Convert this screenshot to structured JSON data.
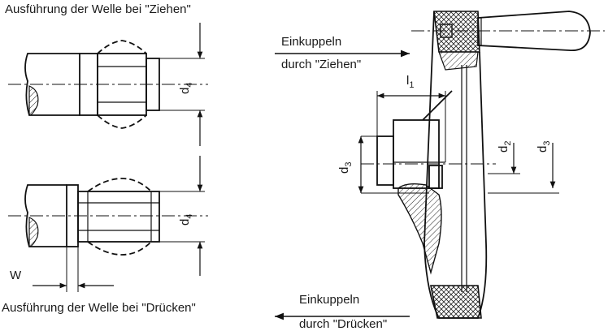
{
  "captions": {
    "pull_shaft": "Ausführung der Welle bei \"Ziehen\"",
    "push_shaft": "Ausführung der Welle bei \"Drücken\""
  },
  "engage_pull": {
    "line1": "Einkuppeln",
    "line2": "durch \"Ziehen\""
  },
  "engage_push": {
    "line1": "Einkuppeln",
    "line2": "durch \"Drücken\""
  },
  "dimensions": {
    "d4_top": {
      "base": "d",
      "sub": "4"
    },
    "d4_bottom": {
      "base": "d",
      "sub": "4"
    },
    "d3_left": {
      "base": "d",
      "sub": "3"
    },
    "d2": {
      "base": "d",
      "sub": "2"
    },
    "d3_right": {
      "base": "d",
      "sub": "3"
    },
    "l1": {
      "base": "l",
      "sub": "1"
    },
    "w": "W"
  }
}
